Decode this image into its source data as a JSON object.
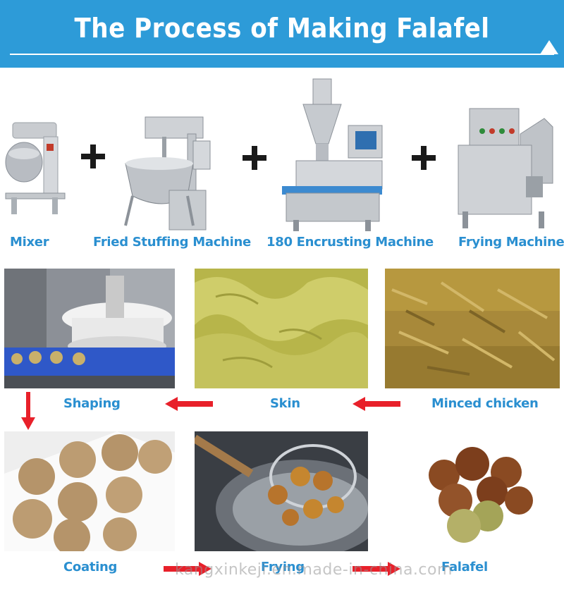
{
  "banner": {
    "title": "The Process of Making Falafel",
    "color": "#2d9bd8"
  },
  "machines": [
    {
      "label": "Mixer",
      "icon": "mixer-machine"
    },
    {
      "label": "Fried Stuffing Machine",
      "icon": "cooking-kettle-machine"
    },
    {
      "label": "180 Encrusting Machine",
      "icon": "encrusting-machine"
    },
    {
      "label": "Frying Machine",
      "icon": "frying-machine"
    }
  ],
  "steps": {
    "shaping": "Shaping",
    "skin": "Skin",
    "minced": "Minced chicken",
    "coating": "Coating",
    "frying": "Frying",
    "falafel": "Falafel"
  },
  "watermark": "kangxinkeji.en.made-in-china.com",
  "colors": {
    "label": "#2a8fd0",
    "arrow": "#e8202a",
    "plus": "#1a1a1a"
  }
}
